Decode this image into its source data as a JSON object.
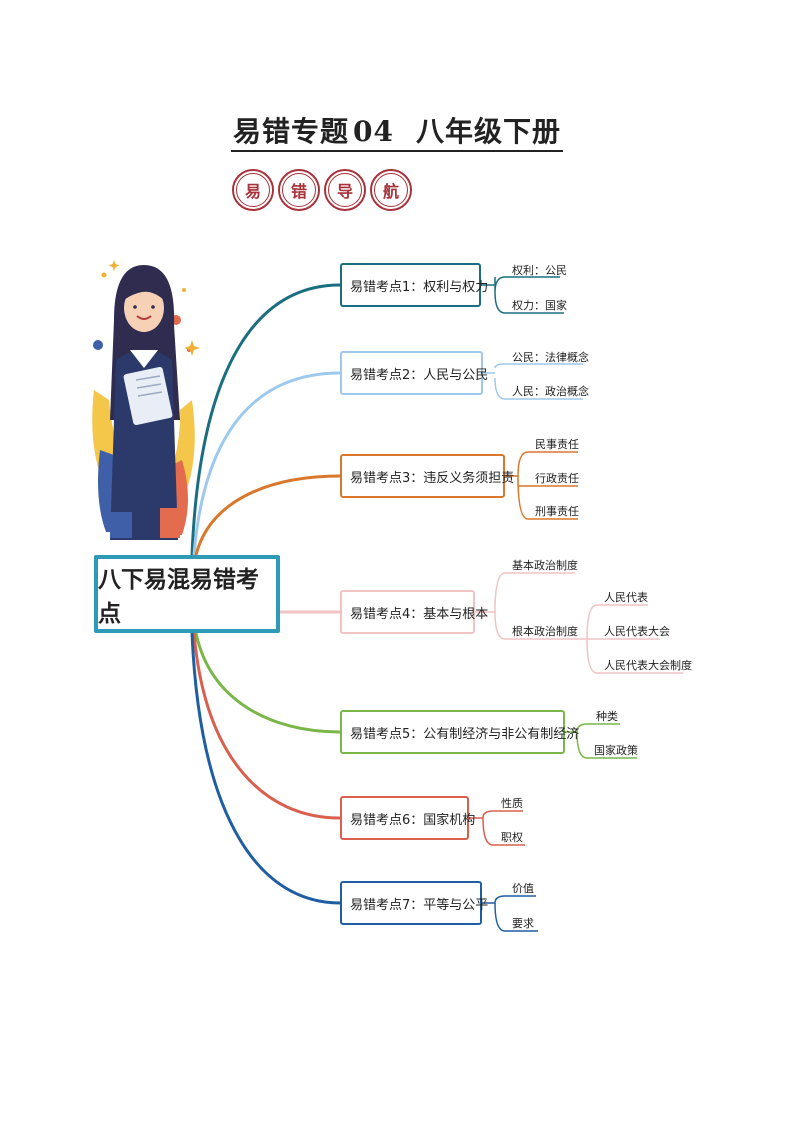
{
  "title": {
    "main": "易错专题",
    "number": "04",
    "grade": "八年级下册"
  },
  "nav_badges": [
    "易",
    "错",
    "导",
    "航"
  ],
  "mindmap": {
    "root": "八下易混易错考点",
    "topics": [
      {
        "label": "易错考点1：权利与权力",
        "color": "#1a6e80",
        "leaves": [
          "权利：公民",
          "权力：国家"
        ]
      },
      {
        "label": "易错考点2：人民与公民",
        "color": "#9ec9ec",
        "leaves": [
          "公民：法律概念",
          "人民：政治概念"
        ]
      },
      {
        "label": "易错考点3：违反义务须担责",
        "color": "#d9772b",
        "leaves": [
          "民事责任",
          "行政责任",
          "刑事责任"
        ]
      },
      {
        "label": "易错考点4：基本与根本",
        "color": "#f2c3c3",
        "leaves": [
          "基本政治制度",
          "根本政治制度"
        ],
        "subleaves": [
          "人民代表",
          "人民代表大会",
          "人民代表大会制度"
        ]
      },
      {
        "label": "易错考点5：公有制经济与非公有制经济",
        "color": "#7ab648",
        "leaves": [
          "种类",
          "国家政策"
        ]
      },
      {
        "label": "易错考点6：国家机构",
        "color": "#d9604f",
        "leaves": [
          "性质",
          "职权"
        ]
      },
      {
        "label": "易错考点7：平等与公平",
        "color": "#1e5ea1",
        "leaves": [
          "价值",
          "要求"
        ]
      }
    ]
  },
  "colors": {
    "root_border": "#2d9bb8",
    "badge": "#a8323a"
  },
  "illustration": "girl-reading-book-illustration"
}
